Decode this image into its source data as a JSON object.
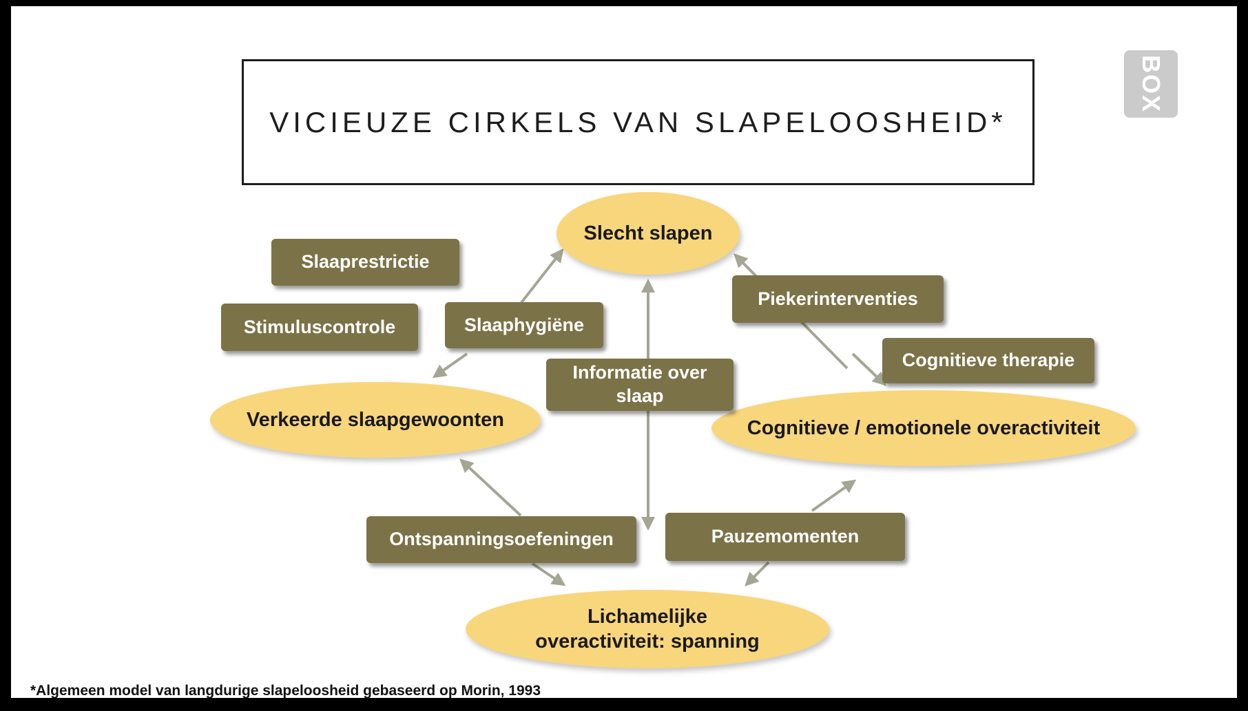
{
  "slide": {
    "title": "VICIEUZE CIRKELS VAN SLAPELOOSHEID*",
    "footnote": "*Algemeen model van langdurige slapeloosheid gebaseerd op Morin, 1993",
    "watermark": "BOX"
  },
  "diagram": {
    "states": [
      {
        "id": "slecht-slapen",
        "label": "Slecht slapen"
      },
      {
        "id": "verkeerde-slaapgewoonten",
        "label": "Verkeerde slaapgewoonten"
      },
      {
        "id": "cognitieve-emotionele-overactiviteit",
        "label": "Cognitieve / emotionele overactiviteit"
      },
      {
        "id": "lichamelijke-overactiviteit",
        "label": "Lichamelijke overactiviteit: spanning"
      }
    ],
    "interventions": [
      {
        "id": "slaaprestrictie",
        "label": "Slaaprestrictie"
      },
      {
        "id": "stimuluscontrole",
        "label": "Stimuluscontrole"
      },
      {
        "id": "slaaphygiene",
        "label": "Slaaphygiëne"
      },
      {
        "id": "piekerinterventies",
        "label": "Piekerinterventies"
      },
      {
        "id": "cognitieve-therapie",
        "label": "Cognitieve therapie"
      },
      {
        "id": "informatie-over-slaap",
        "label": "Informatie over slaap"
      },
      {
        "id": "ontspanningsoefeningen",
        "label": "Ontspanningsoefeningen"
      },
      {
        "id": "pauzemomenten",
        "label": "Pauzemomenten"
      }
    ],
    "colors": {
      "state_fill": "#f8d67c",
      "intervention_fill": "#7b7247",
      "intervention_text": "#ffffff",
      "arrow": "#a5a594",
      "frame": "#000000",
      "title_border": "#1c1c1c",
      "watermark_bg": "#c7c7c7"
    }
  }
}
